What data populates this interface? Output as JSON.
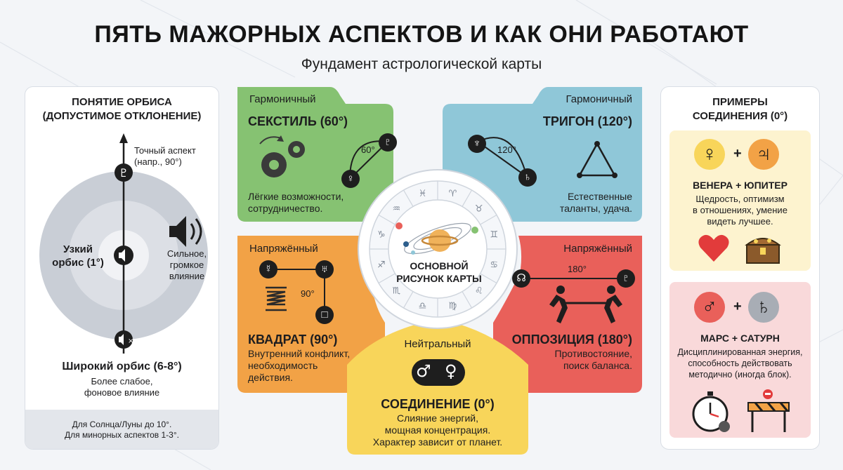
{
  "title": "ПЯТЬ МАЖОРНЫХ АСПЕКТОВ И КАК ОНИ РАБОТАЮТ",
  "subtitle": "Фундамент астрологической карты",
  "colors": {
    "sextile": "#86c272",
    "trine": "#8fc7d8",
    "square": "#f2a246",
    "opposition": "#e9605a",
    "conjunction": "#f8d55a",
    "venus_jupiter_bg": "#fdf3cf",
    "mars_saturn_bg": "#f9d9da"
  },
  "orb": {
    "title_line1": "ПОНЯТИЕ ОРБИСА",
    "title_line2": "(ДОПУСТИМОЕ ОТКЛОНЕНИЕ)",
    "exact_line1": "Точный аспект",
    "exact_line2": "(напр., 90°)",
    "narrow_line1": "Узкий",
    "narrow_line2": "орбис (1°)",
    "strong_line1": "Сильное,",
    "strong_line2": "громкое",
    "strong_line3": "влияние",
    "wide_title": "Широкий орбис (6-8°)",
    "wide_line1": "Более слабое,",
    "wide_line2": "фоновое влияние",
    "note_line1": "Для Солнца/Луны до 10°.",
    "note_line2": "Для минорных аспектов 1-3°.",
    "icons": [
      "pluto-icon",
      "speaker-loud-icon",
      "speaker-icon",
      "speaker-muted-icon"
    ]
  },
  "sextile": {
    "type": "Гармоничный",
    "name": "СЕКСТИЛЬ (60°)",
    "angle": "60°",
    "text_line1": "Лёгкие возможности,",
    "text_line2": "сотрудничество.",
    "glyph_a": "♀",
    "glyph_b": "♇"
  },
  "trine": {
    "type": "Гармоничный",
    "name": "ТРИГОН (120°)",
    "angle": "120°",
    "text_line1": "Естественные",
    "text_line2": "таланты, удача.",
    "glyph_a": "♆",
    "glyph_b": "♄"
  },
  "square": {
    "type": "Напряжённый",
    "name": "КВАДРАТ (90°)",
    "angle": "90°",
    "text_line1": "Внутренний конфликт,",
    "text_line2": "необходимость",
    "text_line3": "действия.",
    "glyph_a": "☿",
    "glyph_b": "♅"
  },
  "opposition": {
    "type": "Напряжённый",
    "name": "ОППОЗИЦИЯ (180°)",
    "angle": "180°",
    "text_line1": "Противостояние,",
    "text_line2": "поиск баланса.",
    "glyph_a": "☊",
    "glyph_b": "♇"
  },
  "conjunction": {
    "type": "Нейтральный",
    "name": "СОЕДИНЕНИЕ (0°)",
    "text_line1": "Слияние энергий,",
    "text_line2": "мощная концентрация.",
    "text_line3": "Характер зависит от планет.",
    "glyph_a": "♂",
    "glyph_b": "♀"
  },
  "center": {
    "line1": "ОСНОВНОЙ",
    "line2": "РИСУНОК КАРТЫ",
    "zodiac": [
      "♈",
      "♉",
      "♊",
      "♋",
      "♌",
      "♍",
      "♎",
      "♏",
      "♐",
      "♑",
      "♒",
      "♓"
    ]
  },
  "examples": {
    "title_line1": "ПРИМЕРЫ",
    "title_line2": "СОЕДИНЕНИЯ (0°)",
    "plus": "+",
    "venus_jupiter": {
      "glyph_a": "♀",
      "glyph_b": "♃",
      "name": "ВЕНЕРА + ЮПИТЕР",
      "text_line1": "Щедрость, оптимизм",
      "text_line2": "в отношениях, умение",
      "text_line3": "видеть лучшее.",
      "icons": [
        "heart-icon",
        "treasure-chest-icon"
      ]
    },
    "mars_saturn": {
      "glyph_a": "♂",
      "glyph_b": "♄",
      "name": "МАРС + САТУРН",
      "text_line1": "Дисциплинированная энергия,",
      "text_line2": "способность действовать",
      "text_line3": "методично (иногда блок).",
      "icons": [
        "stopwatch-icon",
        "road-barrier-icon"
      ]
    }
  }
}
